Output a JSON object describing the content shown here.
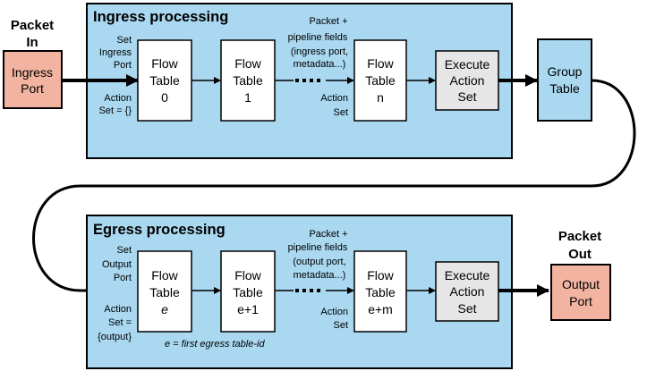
{
  "ingress": {
    "title": "Ingress processing",
    "packet_in": [
      "Packet",
      "In"
    ],
    "ingress_port": [
      "Ingress",
      "Port"
    ],
    "set_port": [
      "Set",
      "Ingress",
      "Port"
    ],
    "action_set": [
      "Action",
      "Set = {}"
    ],
    "pipeline_fields": [
      "Packet +",
      "pipeline fields",
      "(ingress port,",
      "metadata...)"
    ],
    "action_set_n": [
      "Action",
      "Set"
    ],
    "tables": [
      [
        "Flow",
        "Table",
        "0"
      ],
      [
        "Flow",
        "Table",
        "1"
      ],
      [
        "Flow",
        "Table",
        "n"
      ]
    ],
    "execute": [
      "Execute",
      "Action",
      "Set"
    ]
  },
  "group_table": [
    "Group",
    "Table"
  ],
  "egress": {
    "title": "Egress processing",
    "set_port": [
      "Set",
      "Output",
      "Port"
    ],
    "action_set": [
      "Action",
      "Set =",
      "{output}"
    ],
    "pipeline_fields": [
      "Packet +",
      "pipeline fields",
      "(output port,",
      "metadata...)"
    ],
    "action_set_m": [
      "Action",
      "Set"
    ],
    "tables": [
      [
        "Flow",
        "Table",
        "e"
      ],
      [
        "Flow",
        "Table",
        "e+1"
      ],
      [
        "Flow",
        "Table",
        "e+m"
      ]
    ],
    "execute": [
      "Execute",
      "Action",
      "Set"
    ],
    "footnote": "e = first egress table-id",
    "packet_out": [
      "Packet",
      "Out"
    ],
    "output_port": [
      "Output",
      "Port"
    ]
  },
  "colors": {
    "panel": "#a9d8f0",
    "port": "#f2b3a0",
    "table": "#ffffff",
    "execute": "#e6e6e6",
    "stroke": "#000000"
  }
}
